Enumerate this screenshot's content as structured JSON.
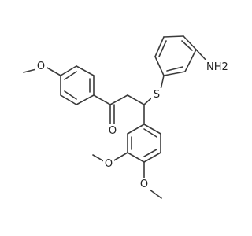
{
  "structure": {
    "atom_labels": {
      "methoxy_left_o": "O",
      "carbonyl_o": "O",
      "thioether_s": "S",
      "amine_n": "N",
      "amine_h2": "H2",
      "methoxy_3_o": "O",
      "methoxy_4_o": "O"
    }
  },
  "colors": {
    "bond": "#3b3b3b",
    "label": "#222222",
    "background": "#ffffff"
  }
}
